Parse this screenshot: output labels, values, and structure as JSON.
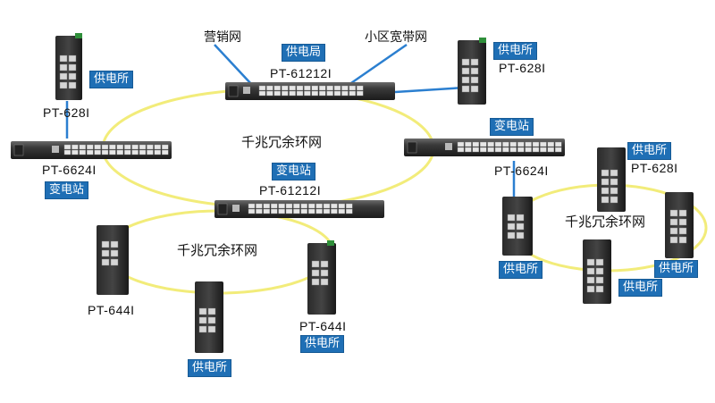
{
  "labels": {
    "marketing_net": "营销网",
    "community_broadband": "小区宽带网",
    "ring_main": "千兆冗余环网",
    "ring_bottom": "千兆冗余环网",
    "ring_right": "千兆冗余环网"
  },
  "badges": {
    "top_supply_bureau": "供电局",
    "tl_supply_station": "供电所",
    "tr_supply_station": "供电所",
    "left_substation": "变电站",
    "right_substation": "变电站",
    "center_substation": "变电站",
    "bottom_mid_supply": "供电所",
    "bottom_right_supply": "供电所",
    "right_top_supply": "供电所",
    "right_left_supply": "供电所",
    "right_right_supply": "供电所",
    "right_bottom_supply": "供电所"
  },
  "models": {
    "top_center": "PT-61212I",
    "top_left_din": "PT-628I",
    "top_right_din": "PT-628I",
    "left_rack": "PT-6624I",
    "right_rack": "PT-6624I",
    "center_rack": "PT-61212I",
    "bottom_left_din": "PT-644I",
    "bottom_right_din": "PT-644I",
    "right_cluster_din": "PT-628I"
  },
  "colors": {
    "ring": "#f2ec7a",
    "link": "#2b7fd0",
    "badge": "#1f6fb5"
  }
}
